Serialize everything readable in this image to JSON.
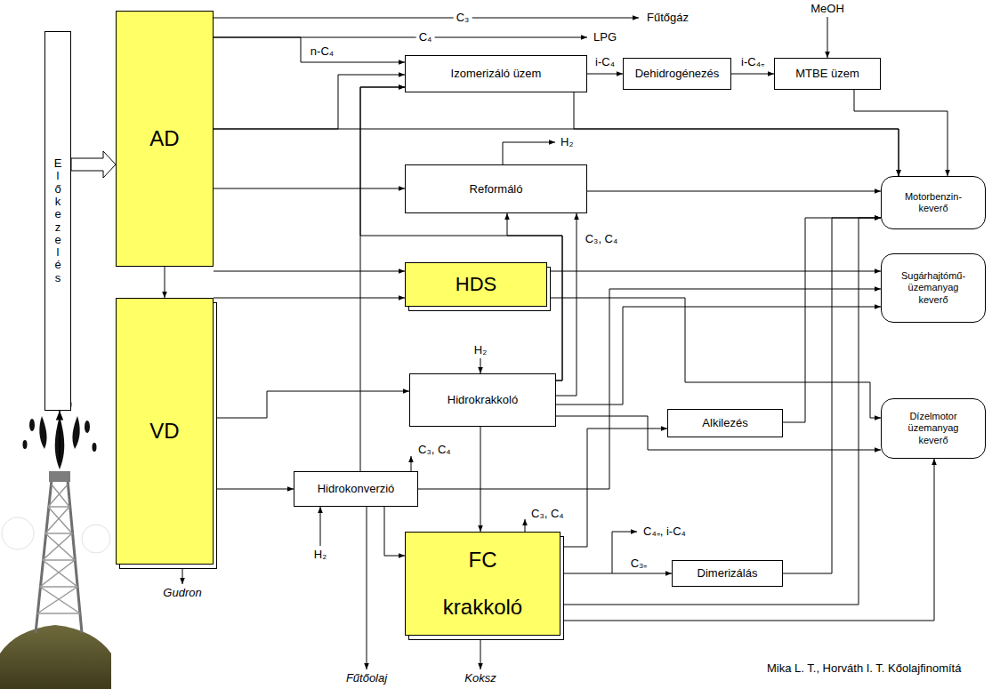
{
  "diagram": {
    "caption": "Mika L. T., Horváth I. T. Kőolajfinomítá",
    "nodes": [
      {
        "text": [
          "Előkezelés"
        ]
      },
      {
        "text": [
          "AD"
        ]
      },
      {
        "text": [
          "VD"
        ]
      },
      {
        "text": [
          "Izomerizáló üzem"
        ]
      },
      {
        "text": [
          "Dehidrogénezés"
        ]
      },
      {
        "text": [
          "MTBE üzem"
        ]
      },
      {
        "text": [
          "Reformáló"
        ]
      },
      {
        "text": [
          "HDS"
        ]
      },
      {
        "text": [
          "Hidrokrakkoló"
        ]
      },
      {
        "text": [
          "Hidrokonverzió"
        ]
      },
      {
        "text": [
          "Alkilezés"
        ]
      },
      {
        "text": [
          "FC krakkoló"
        ]
      },
      {
        "text": [
          "Dimerizálás"
        ]
      },
      {
        "text": [
          "Motorbenzin- keverő"
        ]
      },
      {
        "text": [
          "Sugárhajtómű- üzemanyag keverő"
        ]
      },
      {
        "text": [
          "Dízelmotor üzemanyag keverő"
        ]
      }
    ],
    "edges": [
      {
        "from": 0,
        "to": 1,
        "arrow": "to"
      },
      {
        "from": 1,
        "to": 2,
        "arrow": "to"
      },
      {
        "from": 1,
        "to": 3,
        "label": "n-C₄",
        "arrow": "to"
      },
      {
        "from": 1,
        "to": 3,
        "arrow": "to"
      },
      {
        "from": 1,
        "to": 13,
        "arrow": "to"
      },
      {
        "from": 3,
        "to": 4,
        "label": "i-C₄",
        "arrow": "to"
      },
      {
        "from": 4,
        "to": 5,
        "label": "i-C₄₌",
        "arrow": "to"
      },
      {
        "from": 5,
        "to": 13,
        "arrow": "to"
      },
      {
        "from": 3,
        "to": 13,
        "arrow": "to"
      },
      {
        "from": 1,
        "to": 6,
        "arrow": "to"
      },
      {
        "from": 6,
        "to": 13,
        "arrow": "to"
      },
      {
        "from": 1,
        "to": 7,
        "arrow": "to"
      },
      {
        "from": 1,
        "to": 7,
        "arrow": "to"
      },
      {
        "from": 7,
        "to": 14,
        "arrow": "to"
      },
      {
        "from": 7,
        "to": 15,
        "arrow": "to"
      },
      {
        "from": 8,
        "to": 6,
        "arrow": "to"
      },
      {
        "from": 8,
        "to": 6,
        "label": "C₃, C₄",
        "arrow": "to"
      },
      {
        "from": 8,
        "to": 3,
        "arrow": "to"
      },
      {
        "from": 8,
        "to": 14,
        "arrow": "to"
      },
      {
        "from": 8,
        "to": 15,
        "arrow": "to"
      },
      {
        "from": 2,
        "to": 8,
        "arrow": "to"
      },
      {
        "from": 2,
        "to": 9,
        "arrow": "to"
      },
      {
        "from": 9,
        "to": 3,
        "arrow": "to"
      },
      {
        "from": 9,
        "to": 11,
        "arrow": "to"
      },
      {
        "from": 8,
        "to": 11,
        "arrow": "to"
      },
      {
        "from": 9,
        "to": 14,
        "arrow": "to"
      },
      {
        "from": 11,
        "to": 10,
        "arrow": "to"
      },
      {
        "from": 10,
        "to": 13,
        "arrow": "to"
      },
      {
        "from": 11,
        "to": 12,
        "label": "C₃₌",
        "arrow": "to"
      },
      {
        "from": 12,
        "to": 13,
        "arrow": "to"
      },
      {
        "from": 11,
        "to": 13,
        "arrow": "to"
      },
      {
        "from": 11,
        "to": 15,
        "arrow": "to"
      }
    ],
    "labels": [
      "C₃",
      "Fűtőgáz",
      "C₄",
      "LPG",
      "MeOH",
      "H₂",
      "H₂",
      "C₃, C₄",
      "H₂",
      "C₃, C₄",
      "C₄₌, i-C₄",
      "Gudron",
      "Fűtőolaj",
      "Koksz"
    ]
  }
}
